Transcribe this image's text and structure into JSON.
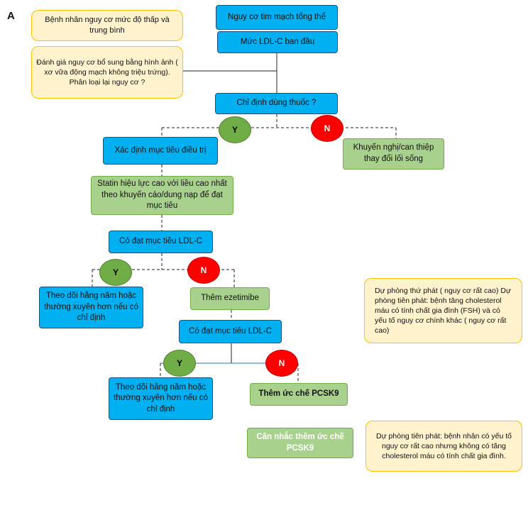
{
  "panel_letter": "A",
  "boxes": {
    "risk_total": "Nguy cơ tim mạch tổng thể",
    "ldl_baseline": "Mức LDL-C ban đầu",
    "low_risk_note": "Bệnh nhân nguy cơ mức độ thấp và trung bình",
    "imaging_note": "Đánh giá nguy cơ bổ sung bằng hình ảnh ( xơ vữa động mạch không triệu trứng). Phân loại lại nguy cơ ?",
    "drug_indication": "Chỉ định dùng thuốc ?",
    "set_target": "Xác định mục tiêu điều trị",
    "lifestyle": "Khuyến nghị/can thiệp thay đổi lối sống",
    "statin": "Statin hiệu lực cao với liều cao nhất theo khuyến cáo/dung nạp để đạt mục tiêu",
    "target_check_1": "Có đạt mục tiêu LDL-C",
    "follow_up_1": "Theo dõi hằng năm hoặc thường xuyên hơn nếu có chỉ định",
    "add_ezetimibe": "Thêm ezetimibe",
    "target_check_2": "Có đạt mục tiêu LDL-C",
    "follow_up_2": "Theo dõi hằng năm hoặc thường xuyên hơn nếu có chỉ định",
    "add_pcsk9": "Thêm ức chế PCSK9",
    "consider_pcsk9": "Cân nhắc thêm ức chế PCSK9",
    "secondary_prevention": "Dự phòng thứ phát ( nguy cơ rất cao) Dự phòng tiên phát: bệnh tăng cholesterol máu có tính chất gia đình (FSH) và có yếu tố nguy cơ chính khác ( nguy cơ rất cao)",
    "primary_prevention": "Dự phòng tiên phát: bệnh nhân có yếu tố nguy cơ rất cao nhưng không có tăng cholesterol máu có tính chất gia đình."
  },
  "decisions": {
    "yes": "Y",
    "no": "N"
  },
  "colors": {
    "blue_box": "#00b0f0",
    "green_box": "#a9d18e",
    "yellow_note": "#fff2cc",
    "yes_circle": "#70ad47",
    "no_circle": "#ff0000"
  }
}
